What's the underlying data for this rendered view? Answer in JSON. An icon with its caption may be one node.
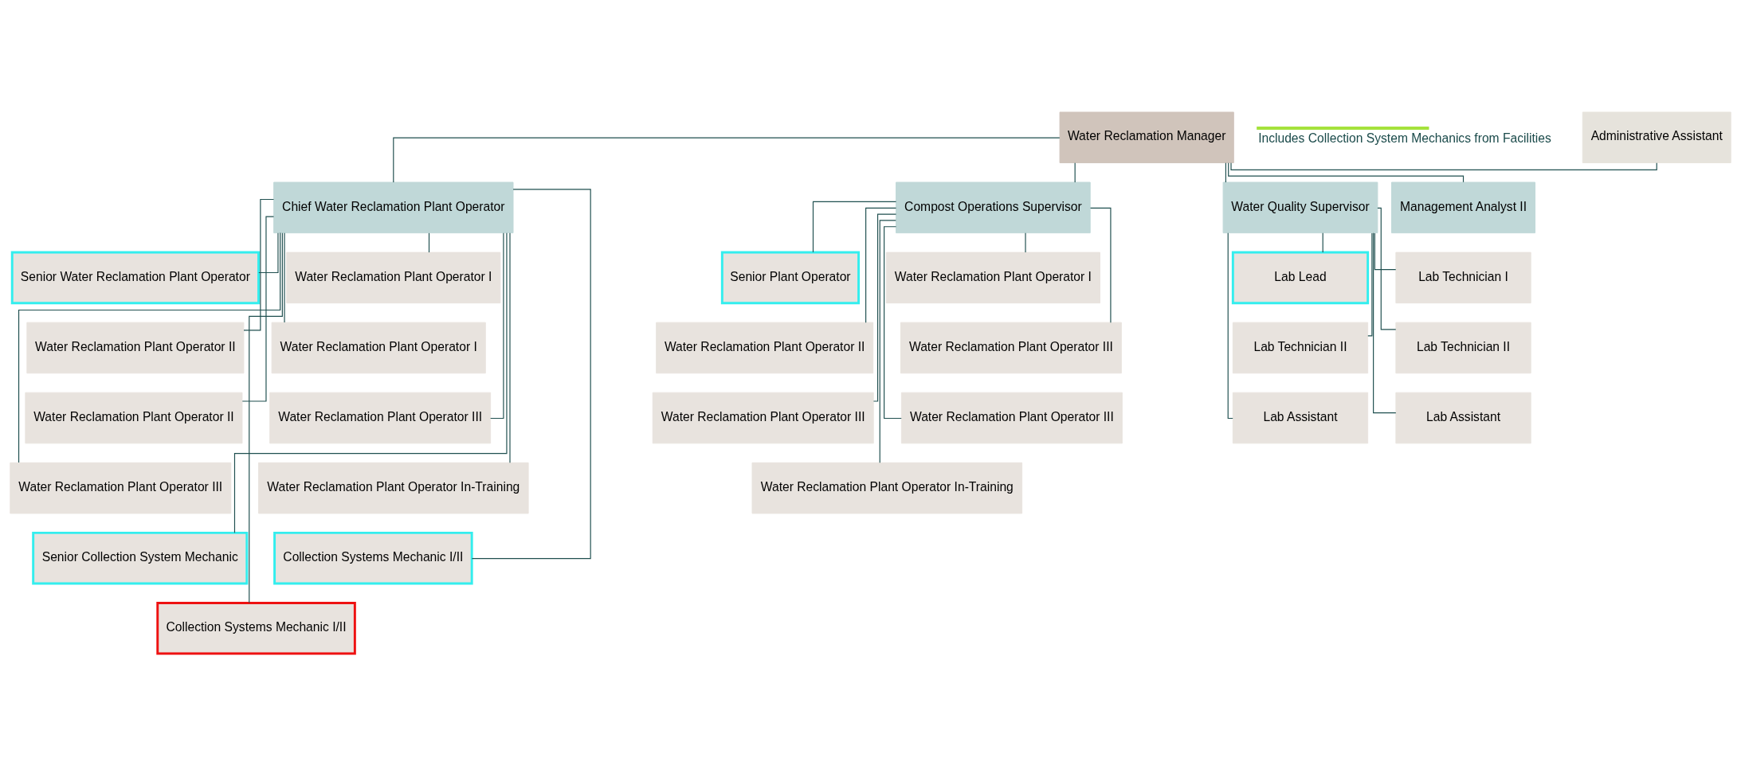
{
  "diagram": {
    "nodes": [
      {
        "text": [
          "Water Reclamation Manager"
        ]
      },
      {
        "text": [
          "Administrative Assistant"
        ]
      },
      {
        "text": [
          "Chief Water Reclamation Plant Operator"
        ]
      },
      {
        "text": [
          "Compost Operations Supervisor"
        ]
      },
      {
        "text": [
          "Water Quality Supervisor"
        ]
      },
      {
        "text": [
          "Management Analyst II"
        ]
      },
      {
        "text": [
          "Senior Water Reclamation Plant Operator"
        ]
      },
      {
        "text": [
          "Water Reclamation Plant Operator I"
        ]
      },
      {
        "text": [
          "Water Reclamation Plant Operator II"
        ]
      },
      {
        "text": [
          "Water Reclamation Plant Operator I"
        ]
      },
      {
        "text": [
          "Water Reclamation Plant Operator II"
        ]
      },
      {
        "text": [
          "Water Reclamation Plant Operator III"
        ]
      },
      {
        "text": [
          "Water Reclamation Plant Operator III"
        ]
      },
      {
        "text": [
          "Water Reclamation Plant Operator In-Training"
        ]
      },
      {
        "text": [
          "Senior Collection System Mechanic"
        ]
      },
      {
        "text": [
          "Collection Systems Mechanic I/II"
        ]
      },
      {
        "text": [
          "Collection Systems Mechanic I/II"
        ]
      },
      {
        "text": [
          "Senior Plant Operator"
        ]
      },
      {
        "text": [
          "Water Reclamation Plant Operator I"
        ]
      },
      {
        "text": [
          "Water Reclamation Plant Operator II"
        ]
      },
      {
        "text": [
          "Water Reclamation Plant Operator III"
        ]
      },
      {
        "text": [
          "Water Reclamation Plant Operator III"
        ]
      },
      {
        "text": [
          "Water Reclamation Plant Operator III"
        ]
      },
      {
        "text": [
          "Water Reclamation Plant Operator In-Training"
        ]
      },
      {
        "text": [
          "Lab Lead"
        ]
      },
      {
        "text": [
          "Lab Technician I"
        ]
      },
      {
        "text": [
          "Lab Technician II"
        ]
      },
      {
        "text": [
          "Lab Technician II"
        ]
      },
      {
        "text": [
          "Lab Assistant"
        ]
      },
      {
        "text": [
          "Lab Assistant"
        ]
      }
    ],
    "edges": [
      {
        "from": 0,
        "to": 1,
        "arrow": "none"
      },
      {
        "from": 0,
        "to": 2,
        "arrow": "none"
      },
      {
        "from": 0,
        "to": 3,
        "arrow": "none"
      },
      {
        "from": 0,
        "to": 4,
        "arrow": "none"
      },
      {
        "from": 0,
        "to": 5,
        "arrow": "none"
      },
      {
        "from": 2,
        "to": 6,
        "arrow": "none"
      },
      {
        "from": 2,
        "to": 7,
        "arrow": "none"
      },
      {
        "from": 2,
        "to": 8,
        "arrow": "none"
      },
      {
        "from": 2,
        "to": 9,
        "arrow": "none"
      },
      {
        "from": 2,
        "to": 10,
        "arrow": "none"
      },
      {
        "from": 2,
        "to": 11,
        "arrow": "none"
      },
      {
        "from": 2,
        "to": 12,
        "arrow": "none"
      },
      {
        "from": 2,
        "to": 13,
        "arrow": "none"
      },
      {
        "from": 2,
        "to": 14,
        "arrow": "none"
      },
      {
        "from": 2,
        "to": 15,
        "arrow": "none"
      },
      {
        "from": 2,
        "to": 16,
        "arrow": "none"
      },
      {
        "from": 3,
        "to": 17,
        "arrow": "none"
      },
      {
        "from": 3,
        "to": 18,
        "arrow": "none"
      },
      {
        "from": 3,
        "to": 19,
        "arrow": "none"
      },
      {
        "from": 3,
        "to": 20,
        "arrow": "none"
      },
      {
        "from": 3,
        "to": 21,
        "arrow": "none"
      },
      {
        "from": 3,
        "to": 22,
        "arrow": "none"
      },
      {
        "from": 3,
        "to": 23,
        "arrow": "none"
      },
      {
        "from": 4,
        "to": 24,
        "arrow": "none"
      },
      {
        "from": 4,
        "to": 25,
        "arrow": "none"
      },
      {
        "from": 4,
        "to": 26,
        "arrow": "none"
      },
      {
        "from": 4,
        "to": 27,
        "arrow": "none"
      },
      {
        "from": 4,
        "to": 28,
        "arrow": "none"
      },
      {
        "from": 4,
        "to": 29,
        "arrow": "none"
      }
    ],
    "legend": [
      {
        "text": "Includes Collection System Mechanics from Facilities"
      }
    ]
  }
}
